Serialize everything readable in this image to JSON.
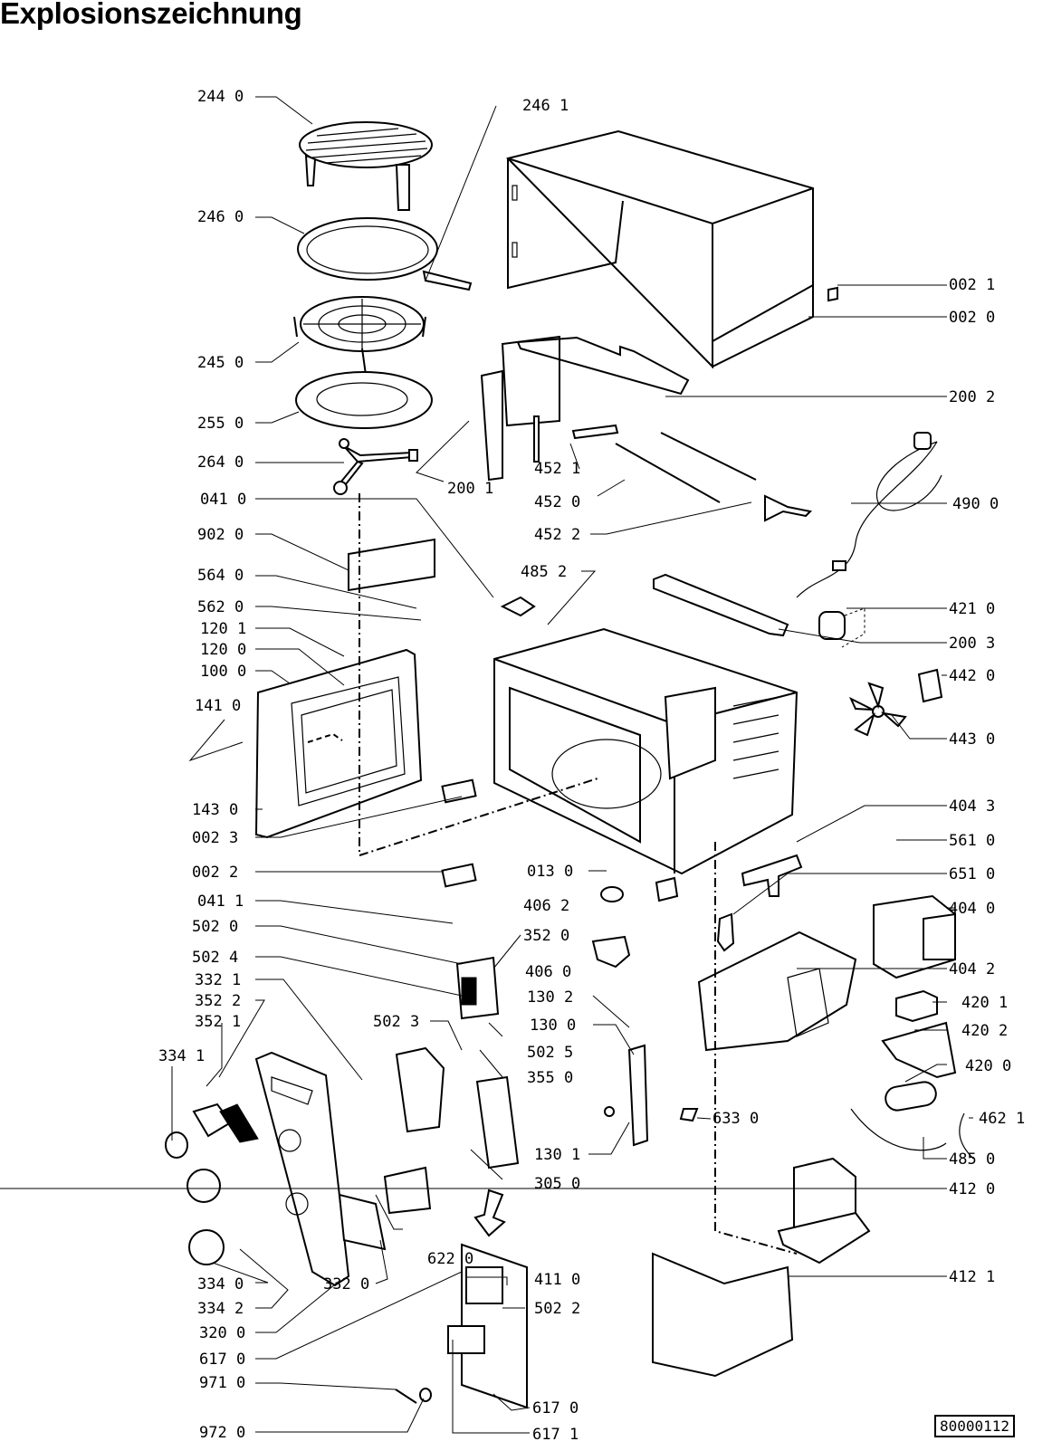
{
  "title": "Explosionszeichnung",
  "document_number": "80000112",
  "callouts": [
    {
      "id": "c2440",
      "text": "244 0"
    },
    {
      "id": "c2461",
      "text": "246 1"
    },
    {
      "id": "c2460",
      "text": "246 0"
    },
    {
      "id": "c0021",
      "text": "002 1"
    },
    {
      "id": "c0020",
      "text": "002 0"
    },
    {
      "id": "c2450",
      "text": "245 0"
    },
    {
      "id": "c2002",
      "text": "200 2"
    },
    {
      "id": "c2550",
      "text": "255 0"
    },
    {
      "id": "c2640",
      "text": "264 0"
    },
    {
      "id": "c4521",
      "text": "452 1"
    },
    {
      "id": "c2001",
      "text": "200 1"
    },
    {
      "id": "c4520",
      "text": "452 0"
    },
    {
      "id": "c4900",
      "text": "490 0"
    },
    {
      "id": "c0410",
      "text": "041 0"
    },
    {
      "id": "c4522",
      "text": "452 2"
    },
    {
      "id": "c9020",
      "text": "902 0"
    },
    {
      "id": "c4852",
      "text": "485 2"
    },
    {
      "id": "c5640",
      "text": "564 0"
    },
    {
      "id": "c5620",
      "text": "562 0"
    },
    {
      "id": "c4210",
      "text": "421 0"
    },
    {
      "id": "c1201",
      "text": "120 1"
    },
    {
      "id": "c2003",
      "text": "200 3"
    },
    {
      "id": "c1200",
      "text": "120 0"
    },
    {
      "id": "c1000",
      "text": "100 0"
    },
    {
      "id": "c4420",
      "text": "442 0"
    },
    {
      "id": "c1410",
      "text": "141 0"
    },
    {
      "id": "c4430",
      "text": "443 0"
    },
    {
      "id": "c1430",
      "text": "143 0"
    },
    {
      "id": "c4043",
      "text": "404 3"
    },
    {
      "id": "c0023",
      "text": "002 3"
    },
    {
      "id": "c5610",
      "text": "561 0"
    },
    {
      "id": "c0022",
      "text": "002 2"
    },
    {
      "id": "c0130",
      "text": "013 0"
    },
    {
      "id": "c6510",
      "text": "651 0"
    },
    {
      "id": "c0411",
      "text": "041 1"
    },
    {
      "id": "c4062",
      "text": "406 2"
    },
    {
      "id": "c4040",
      "text": "404 0"
    },
    {
      "id": "c5020",
      "text": "502 0"
    },
    {
      "id": "c3520",
      "text": "352 0"
    },
    {
      "id": "c5024",
      "text": "502 4"
    },
    {
      "id": "c4060",
      "text": "406 0"
    },
    {
      "id": "c4042",
      "text": "404 2"
    },
    {
      "id": "c3321",
      "text": "332 1"
    },
    {
      "id": "c3522",
      "text": "352 2"
    },
    {
      "id": "c1302",
      "text": "130 2"
    },
    {
      "id": "c4201",
      "text": "420 1"
    },
    {
      "id": "c3521",
      "text": "352 1"
    },
    {
      "id": "c5023",
      "text": "502 3"
    },
    {
      "id": "c1300",
      "text": "130 0"
    },
    {
      "id": "c4202",
      "text": "420 2"
    },
    {
      "id": "c3341",
      "text": "334 1"
    },
    {
      "id": "c5025",
      "text": "502 5"
    },
    {
      "id": "c3550",
      "text": "355 0"
    },
    {
      "id": "c4200",
      "text": "420 0"
    },
    {
      "id": "c6330",
      "text": "633 0"
    },
    {
      "id": "c4621",
      "text": "462 1"
    },
    {
      "id": "c1301",
      "text": "130 1"
    },
    {
      "id": "c4850",
      "text": "485 0"
    },
    {
      "id": "c3050",
      "text": "305 0"
    },
    {
      "id": "c4120",
      "text": "412 0"
    },
    {
      "id": "c6220",
      "text": "622 0"
    },
    {
      "id": "c3340",
      "text": "334 0"
    },
    {
      "id": "c3320",
      "text": "332 0"
    },
    {
      "id": "c4110",
      "text": "411 0"
    },
    {
      "id": "c4121",
      "text": "412 1"
    },
    {
      "id": "c3342",
      "text": "334 2"
    },
    {
      "id": "c5022",
      "text": "502 2"
    },
    {
      "id": "c3200",
      "text": "320 0"
    },
    {
      "id": "c6170a",
      "text": "617 0"
    },
    {
      "id": "c9710",
      "text": "971 0"
    },
    {
      "id": "c6170b",
      "text": "617 0"
    },
    {
      "id": "c9720",
      "text": "972 0"
    },
    {
      "id": "c6171",
      "text": "617 1"
    }
  ]
}
